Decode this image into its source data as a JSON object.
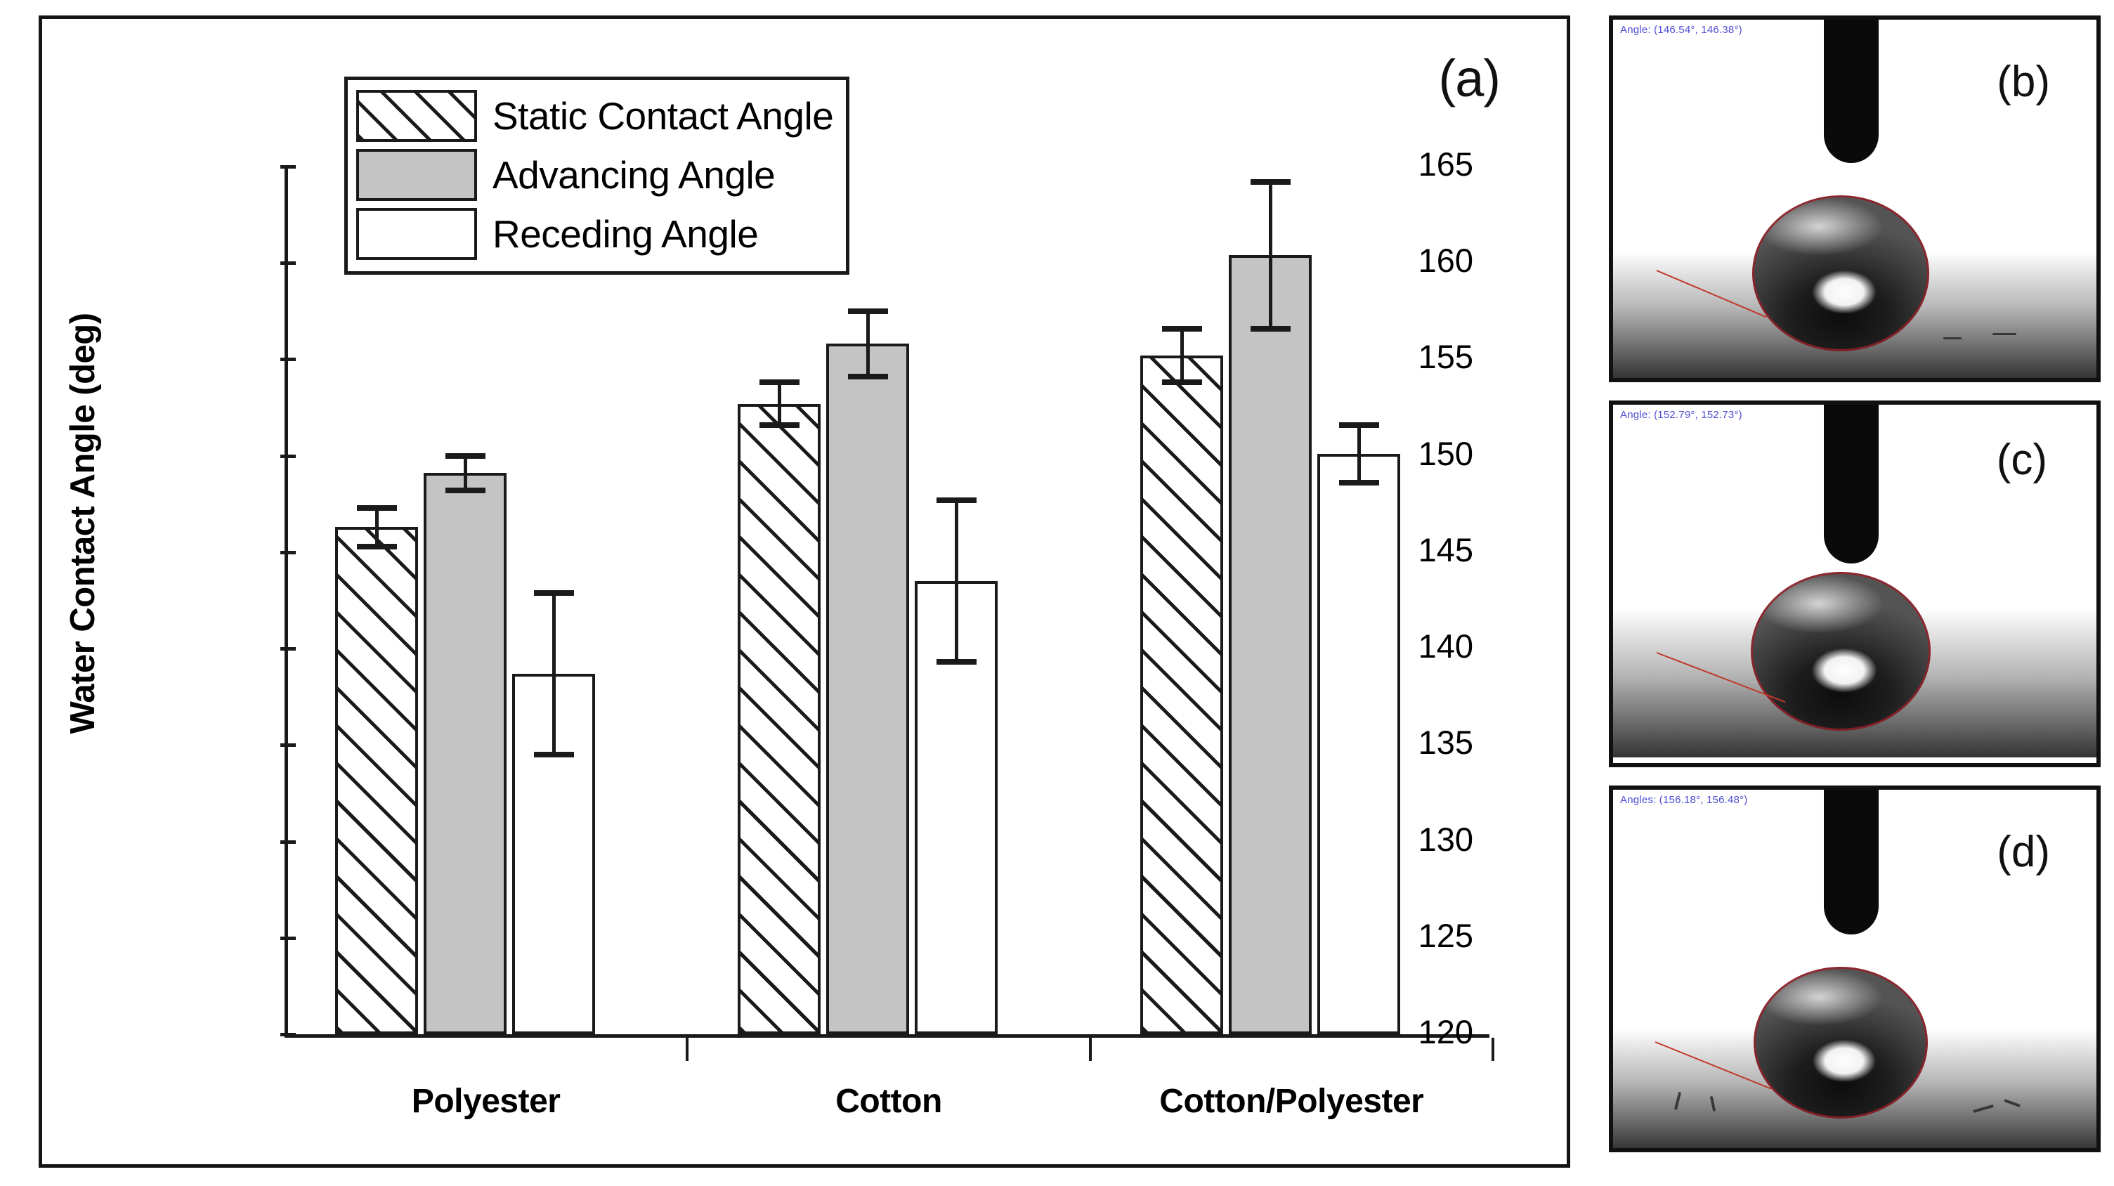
{
  "figure": {
    "panels": [
      {
        "tag": "(a)",
        "kind": "bar-chart"
      },
      {
        "tag": "(b)",
        "kind": "droplet-photo"
      },
      {
        "tag": "(c)",
        "kind": "droplet-photo"
      },
      {
        "tag": "(d)",
        "kind": "droplet-photo"
      }
    ]
  },
  "chart_data": {
    "type": "bar",
    "title": "",
    "xlabel": "",
    "ylabel": "Water Contact Angle (deg)",
    "ylim": [
      120,
      165
    ],
    "yticks": [
      120,
      125,
      130,
      135,
      140,
      145,
      150,
      155,
      160,
      165
    ],
    "ytick_labels": [
      "120",
      "125",
      "130",
      "135",
      "140",
      "145",
      "150",
      "155",
      "160",
      "165"
    ],
    "grid": false,
    "legend_position": "top-left-inside",
    "categories": [
      "Polyester",
      "Cotton",
      "Cotton/Polyester"
    ],
    "series": [
      {
        "name": "Static Contact Angle",
        "fill": "hatched",
        "values": [
          146.3,
          152.7,
          155.2
        ],
        "errors": [
          1.0,
          1.1,
          1.4
        ]
      },
      {
        "name": "Advancing Angle",
        "fill": "gray",
        "values": [
          149.1,
          155.8,
          160.4
        ],
        "errors": [
          0.9,
          1.7,
          3.8
        ]
      },
      {
        "name": "Receding Angle",
        "fill": "white",
        "values": [
          138.7,
          143.5,
          150.1
        ],
        "errors": [
          4.2,
          4.2,
          1.5
        ]
      }
    ]
  },
  "legend": {
    "items": [
      {
        "label": "Static Contact Angle",
        "swatch": "hatched"
      },
      {
        "label": "Advancing Angle",
        "swatch": "gray"
      },
      {
        "label": "Receding Angle",
        "swatch": "white"
      }
    ]
  },
  "photos": [
    {
      "tag": "(b)",
      "readout": "Angle: (146.54°, 146.38°)"
    },
    {
      "tag": "(c)",
      "readout": "Angle: (152.79°, 152.73°)"
    },
    {
      "tag": "(d)",
      "readout": "Angles: (156.18°, 156.48°)"
    }
  ],
  "colors": {
    "axis": "#1a1a1a",
    "bar_gray": "#c4c4c4",
    "bar_white": "#ffffff",
    "frame": "#141414",
    "readout_blue": "#3a3ad0",
    "tangent_red": "#c0392b"
  }
}
